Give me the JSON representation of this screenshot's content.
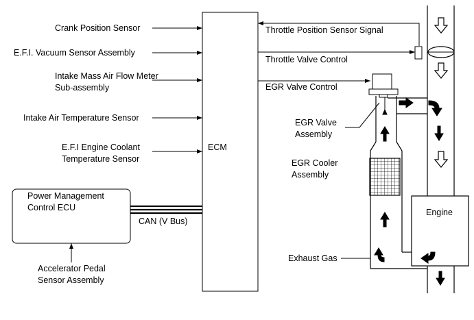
{
  "inputs": {
    "crank": "Crank Position Sensor",
    "vacuum": "E.F.I. Vacuum Sensor Assembly",
    "maf_1": "Intake Mass Air Flow Meter",
    "maf_2": "Sub-assembly",
    "iat": "Intake Air Temperature Sensor",
    "ect_1": "E.F.I Engine Coolant",
    "ect_2": "Temperature Sensor"
  },
  "ecm": {
    "label": "ECM"
  },
  "pm_ecu": {
    "line1": "Power Management",
    "line2": "Control ECU"
  },
  "can": {
    "label": "CAN (V Bus)"
  },
  "accel": {
    "line1": "Accelerator Pedal",
    "line2": "Sensor Assembly"
  },
  "outputs": {
    "tps_signal": "Throttle Position Sensor Signal",
    "throttle_ctrl": "Throttle Valve Control",
    "egr_ctrl": "EGR Valve Control"
  },
  "egr_valve": {
    "line1": "EGR Valve",
    "line2": "Assembly"
  },
  "egr_cooler": {
    "line1": "EGR Cooler",
    "line2": "Assembly"
  },
  "engine": {
    "label": "Engine"
  },
  "exhaust": {
    "label": "Exhaust Gas"
  }
}
